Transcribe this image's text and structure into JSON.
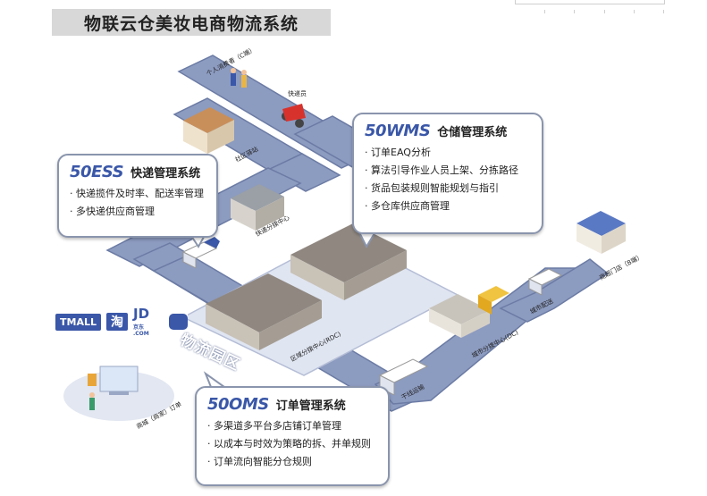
{
  "title": "物联云仓美妆电商物流系统",
  "colors": {
    "road": "#8c9bc0",
    "road_edge": "#6b7ba4",
    "accent": "#3a57a8",
    "callout_border": "#8a95ad"
  },
  "callouts": {
    "ess": {
      "brand": "50ESS",
      "name": "快递管理系统",
      "items": [
        "快递揽件及时率、配送率管理",
        "多快递供应商管理"
      ]
    },
    "wms": {
      "brand": "50WMS",
      "name": "仓储管理系统",
      "items": [
        "订单EAQ分析",
        "算法引导作业人员上架、分拣路径",
        "货品包装规则智能规划与指引",
        "多仓库供应商管理"
      ]
    },
    "oms": {
      "brand": "50OMS",
      "name": "订单管理系统",
      "items": [
        "多渠道多平台多店铺订单管理",
        "以成本与时效为策略的拆、并单规则",
        "订单流向智能分仓规则"
      ]
    }
  },
  "map_labels": {
    "customer": "个人消费者（C端）",
    "courier": "快递员",
    "sort_point": "社区驿站",
    "express_center": "快递分拨中心",
    "rdc": "区域分拨中心(RDC)",
    "zone": "物流园区",
    "dc": "城市分拨中心(DC)",
    "city_delivery": "城市配送",
    "store": "商超门店（B端）",
    "trunk": "干线运输",
    "merchant_order": "商城（商家）订单"
  },
  "platforms": {
    "tmall": "TMALL",
    "taobao": "淘",
    "jd": "JD",
    "jd_small_1": "京东",
    "jd_small_2": ".COM"
  }
}
